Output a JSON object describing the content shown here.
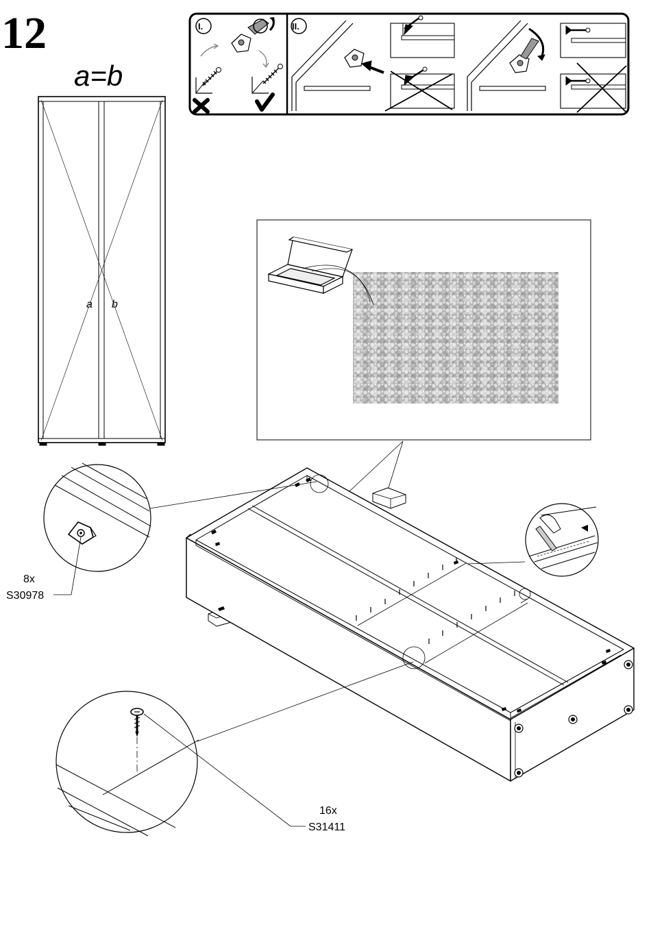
{
  "step": {
    "number": "12"
  },
  "equation": {
    "text": "a=b"
  },
  "diagonals": {
    "label_a": "a",
    "label_b": "b"
  },
  "panels": {
    "panel_1_label": "I.",
    "panel_2_label": "II."
  },
  "parts": [
    {
      "qty": "8x",
      "code": "S30978"
    },
    {
      "qty": "16x",
      "code": "S31411"
    }
  ]
}
